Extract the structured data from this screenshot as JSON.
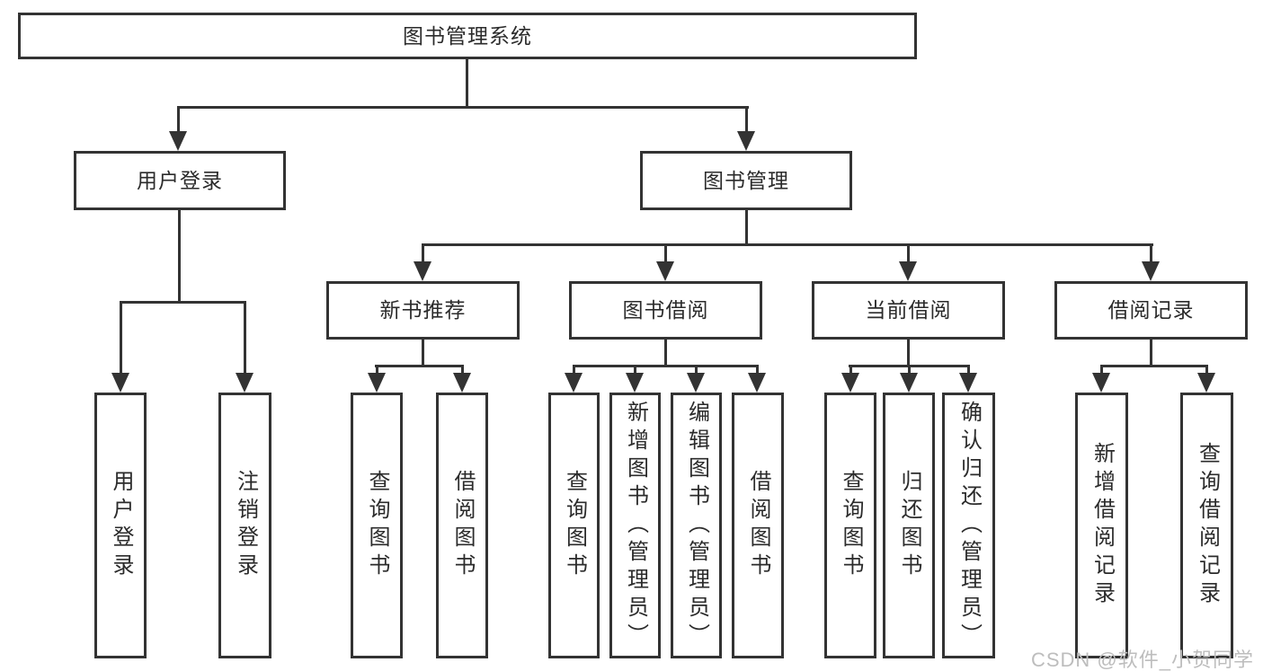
{
  "colors": {
    "line": "#333333",
    "text": "#2b2b2b",
    "box_background": "#ffffff",
    "page_background": "#ffffff",
    "watermark_text": "#bdbdbd"
  },
  "watermark": "CSDN @软件_小贺同学",
  "tree": {
    "root": {
      "label": "图书管理系统"
    },
    "branches": [
      {
        "label": "用户登录",
        "leaves": [
          "用户登录",
          "注销登录"
        ]
      },
      {
        "label": "图书管理",
        "groups": [
          {
            "label": "新书推荐",
            "leaves": [
              "查询图书",
              "借阅图书"
            ]
          },
          {
            "label": "图书借阅",
            "leaves": [
              "查询图书",
              "新增图书（管理员）",
              "编辑图书（管理员）",
              "借阅图书"
            ]
          },
          {
            "label": "当前借阅",
            "leaves": [
              "查询图书",
              "归还图书",
              "确认归还（管理员）"
            ]
          },
          {
            "label": "借阅记录",
            "leaves": [
              "新增借阅记录",
              "查询借阅记录"
            ]
          }
        ]
      }
    ]
  }
}
